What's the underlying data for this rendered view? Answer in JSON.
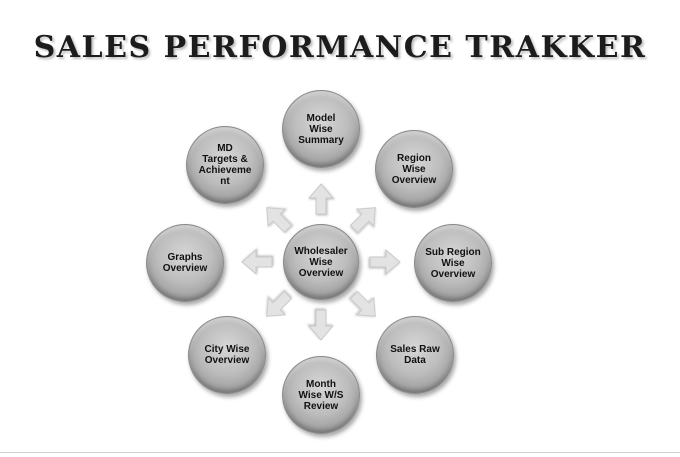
{
  "title": "SALES PERFORMANCE TRAKKER",
  "colors": {
    "node_fill": "#bdbdbd",
    "node_edge": "#7d7d7d",
    "arrow_fill": "#e3e3e3",
    "title_text": "#1c1c1c"
  },
  "center": {
    "label": "Wholesaler\nWise\nOverview"
  },
  "nodes": [
    {
      "id": "model-wise-summary",
      "label": "Model\nWise\nSummary"
    },
    {
      "id": "region-wise-overview",
      "label": "Region\nWise\nOverview"
    },
    {
      "id": "sub-region-wise-overview",
      "label": "Sub Region\nWise\nOverview"
    },
    {
      "id": "sales-raw-data",
      "label": "Sales Raw\nData"
    },
    {
      "id": "month-wise-ws-review",
      "label": "Month\nWise W/S\nReview"
    },
    {
      "id": "city-wise-overview",
      "label": "City Wise\nOverview"
    },
    {
      "id": "graphs-overview",
      "label": "Graphs\nOverview"
    },
    {
      "id": "md-targets-achievement",
      "label": "MD\nTargets &\nAchieveme\nnt"
    }
  ]
}
